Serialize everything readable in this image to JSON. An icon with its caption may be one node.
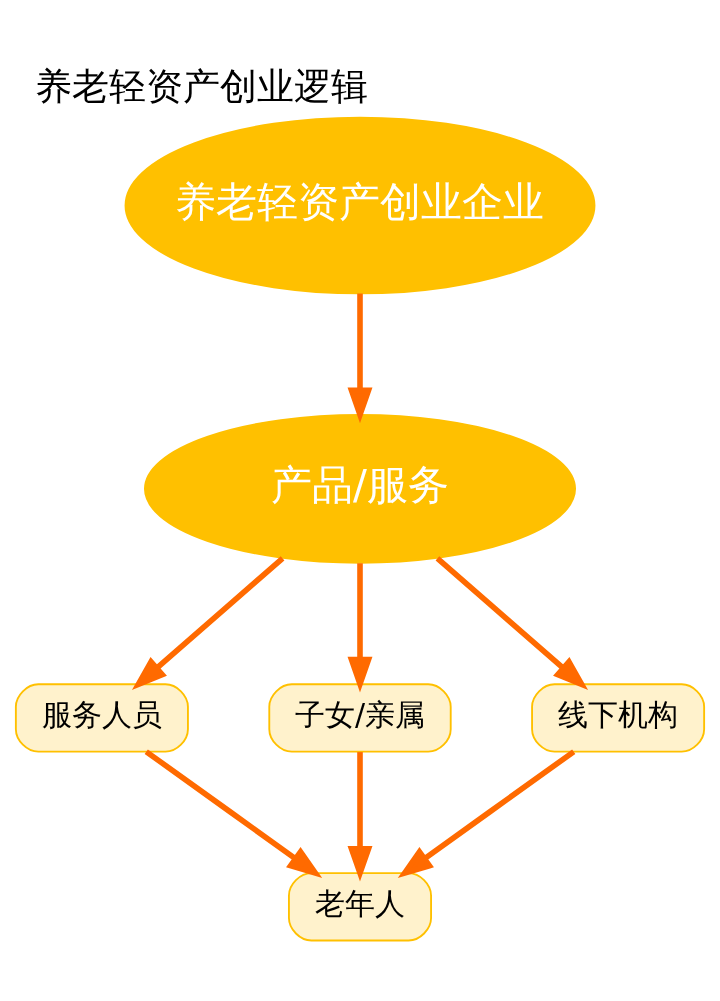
{
  "diagram": {
    "title": "养老轻资产创业逻辑",
    "nodes": [
      {
        "text": [
          "养老轻资产创业企业"
        ]
      },
      {
        "text": [
          "产品/服务"
        ]
      },
      {
        "text": [
          "服务人员"
        ]
      },
      {
        "text": [
          "子女/亲属"
        ]
      },
      {
        "text": [
          "线下机构"
        ]
      },
      {
        "text": [
          "老年人"
        ]
      }
    ],
    "edges": [
      {
        "from": 0,
        "to": 1,
        "arrow": "to"
      },
      {
        "from": 1,
        "to": 2,
        "arrow": "to"
      },
      {
        "from": 1,
        "to": 3,
        "arrow": "to"
      },
      {
        "from": 1,
        "to": 4,
        "arrow": "to"
      },
      {
        "from": 2,
        "to": 5,
        "arrow": "to"
      },
      {
        "from": 3,
        "to": 5,
        "arrow": "to"
      },
      {
        "from": 4,
        "to": 5,
        "arrow": "to"
      }
    ]
  }
}
